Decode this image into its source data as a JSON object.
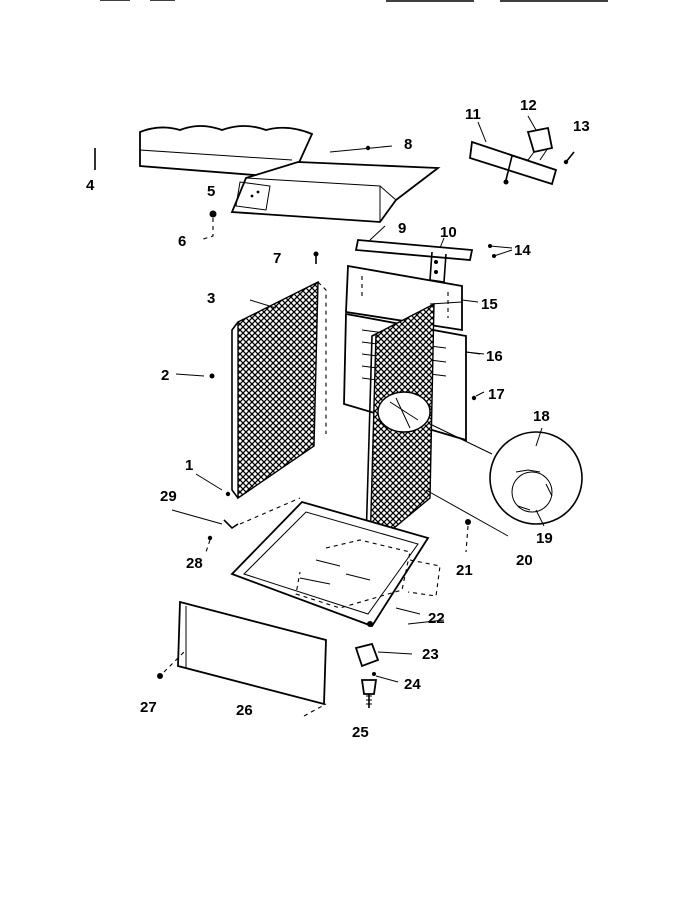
{
  "diagram": {
    "type": "exploded-parts-diagram",
    "part_labels": [
      {
        "id": "1",
        "text": "1"
      },
      {
        "id": "2",
        "text": "2"
      },
      {
        "id": "3",
        "text": "3"
      },
      {
        "id": "4",
        "text": "4"
      },
      {
        "id": "5",
        "text": "5"
      },
      {
        "id": "6",
        "text": "6"
      },
      {
        "id": "7",
        "text": "7"
      },
      {
        "id": "8",
        "text": "8"
      },
      {
        "id": "9",
        "text": "9"
      },
      {
        "id": "10",
        "text": "10"
      },
      {
        "id": "11",
        "text": "11"
      },
      {
        "id": "12",
        "text": "12"
      },
      {
        "id": "13",
        "text": "13"
      },
      {
        "id": "14",
        "text": "14"
      },
      {
        "id": "15",
        "text": "15"
      },
      {
        "id": "16",
        "text": "16"
      },
      {
        "id": "17",
        "text": "17"
      },
      {
        "id": "18",
        "text": "18"
      },
      {
        "id": "19",
        "text": "19"
      },
      {
        "id": "20",
        "text": "20"
      },
      {
        "id": "21",
        "text": "21"
      },
      {
        "id": "22",
        "text": "22"
      },
      {
        "id": "23",
        "text": "23"
      },
      {
        "id": "24",
        "text": "24"
      },
      {
        "id": "25",
        "text": "25"
      },
      {
        "id": "26",
        "text": "26"
      },
      {
        "id": "27",
        "text": "27"
      },
      {
        "id": "28",
        "text": "28"
      },
      {
        "id": "29",
        "text": "29"
      }
    ]
  }
}
